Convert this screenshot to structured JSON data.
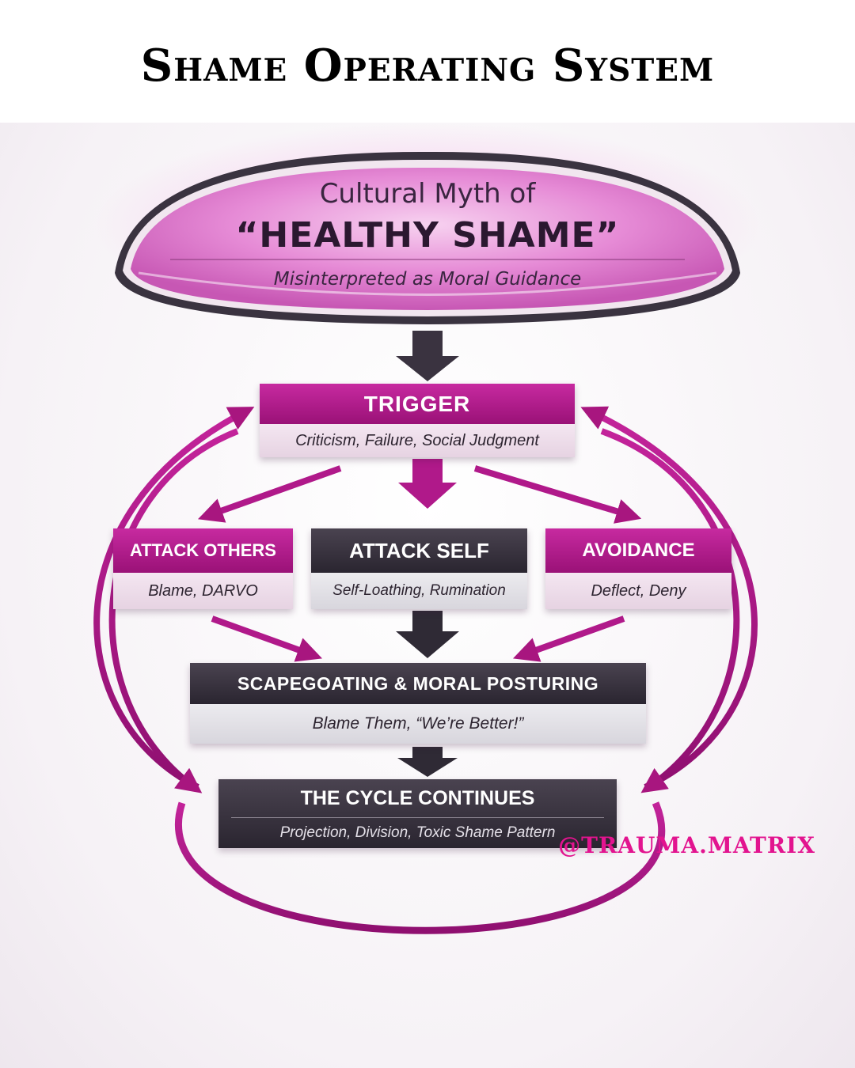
{
  "title": "Shame Operating System",
  "lens": {
    "line1": "Cultural Myth of",
    "line2": "“HEALTHY SHAME”",
    "line3": "Misinterpreted as Moral Guidance"
  },
  "nodes": {
    "trigger": {
      "title": "TRIGGER",
      "subtitle": "Criticism, Failure, Social Judgment"
    },
    "attack_others": {
      "title": "ATTACK OTHERS",
      "subtitle": "Blame, DARVO"
    },
    "attack_self": {
      "title": "ATTACK SELF",
      "subtitle": "Self-Loathing, Rumination"
    },
    "avoidance": {
      "title": "AVOIDANCE",
      "subtitle": "Deflect, Deny"
    },
    "scapegoating": {
      "title": "SCAPEGOATING & MORAL POSTURING",
      "subtitle": "Blame Them, “We’re Better!”"
    },
    "cycle": {
      "title": "THE CYCLE CONTINUES",
      "subtitle": "Projection, Division, Toxic Shame Pattern"
    }
  },
  "handle": "@TRAUMA.MATRIX",
  "colors": {
    "magenta": "#b0198a",
    "bright_pink": "#e2148f",
    "dark": "#2f2a35",
    "lens_pink": "#e88fd9"
  }
}
